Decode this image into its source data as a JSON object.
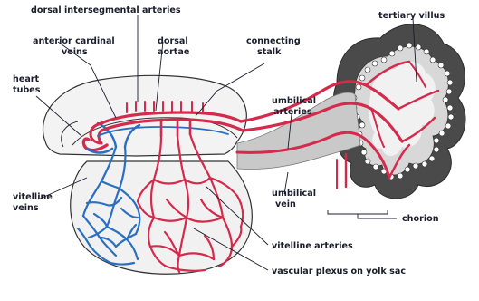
{
  "labels": {
    "dorsal_intersegmental_arteries": "dorsal intersegmental arteries",
    "anterior_cardinal_veins_line1": "anterior cardinal",
    "anterior_cardinal_veins_line2": "veins",
    "dorsal_aortae_line1": "dorsal",
    "dorsal_aortae_line2": "aortae",
    "connecting_stalk_line1": "connecting",
    "connecting_stalk_line2": "stalk",
    "tertiary_villus": "tertiary villus",
    "heart_tubes_line1": "heart",
    "heart_tubes_line2": "tubes",
    "umbilical_arteries_line1": "umbilical",
    "umbilical_arteries_line2": "arteries",
    "vitelline_veins_line1": "vitelline",
    "vitelline_veins_line2": "veins",
    "umbilical_vein_line1": "umbilical",
    "umbilical_vein_line2": "vein",
    "chorion": "chorion",
    "vitelline_arteries": "vitelline arteries",
    "vascular_plexus": "vascular plexus on yolk sac"
  },
  "colors": {
    "artery": "#d42a4c",
    "vein": "#2a6fc0",
    "chorion_tissue": "#4a4a4a",
    "connecting_stalk": "#c8c8c8"
  }
}
